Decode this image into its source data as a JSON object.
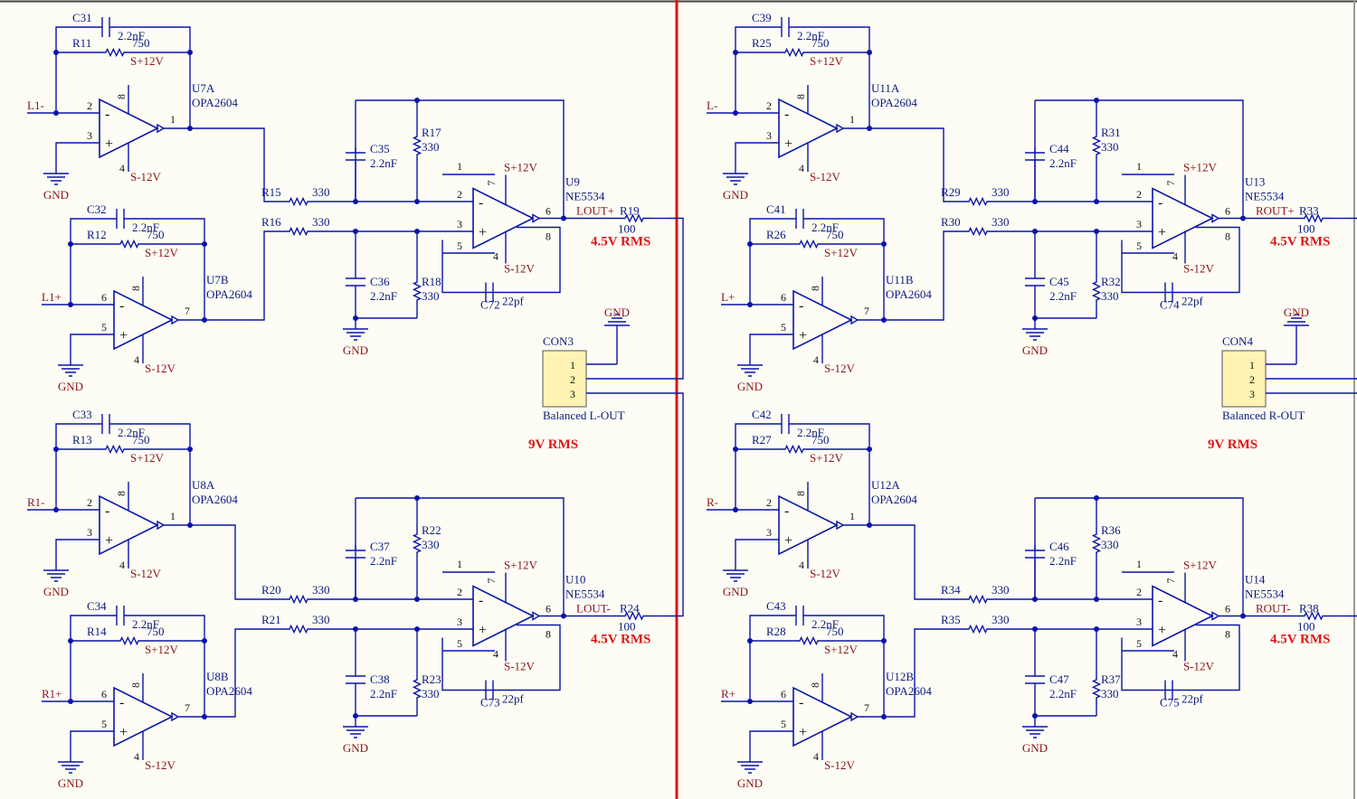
{
  "panels": [
    {
      "ch1": {
        "in_neg": "L1-",
        "in_pos": "L1+",
        "upper": {
          "cap": "C31",
          "cap_val": "2.2nF",
          "res": "R11",
          "res_val": "750",
          "ref": "U7A",
          "part": "OPA2604",
          "pin_inv": "2",
          "pin_ninv": "3",
          "pin_out": "1",
          "pin_vp": "8",
          "pin_vn": "4"
        },
        "lower": {
          "cap": "C32",
          "cap_val": "2.2nF",
          "res": "R12",
          "res_val": "750",
          "ref": "U7B",
          "part": "OPA2604",
          "pin_inv": "6",
          "pin_ninv": "5",
          "pin_out": "7",
          "pin_vp": "8",
          "pin_vn": "4"
        },
        "diff": {
          "ri1": "R15",
          "ri1_val": "330",
          "ri2": "R16",
          "ri2_val": "330",
          "cf": "C35",
          "cf_val": "2.2nF",
          "rf": "R17",
          "rf_val": "330",
          "cg": "C36",
          "cg_val": "2.2nF",
          "rg": "R18",
          "rg_val": "330",
          "ref": "U9",
          "part": "NE5534",
          "pin_inv": "2",
          "pin_ninv": "3",
          "pin_out": "6",
          "pin_1": "1",
          "pin_5": "5",
          "pin_8": "8",
          "pin_vp": "7",
          "pin_vn": "4",
          "comp": "C72",
          "comp_val": "22pf",
          "out_net": "LOUT+",
          "ro": "R19",
          "ro_val": "100",
          "rms": "4.5V RMS"
        }
      },
      "ch2": {
        "in_neg": "R1-",
        "in_pos": "R1+",
        "upper": {
          "cap": "C33",
          "cap_val": "2.2nF",
          "res": "R13",
          "res_val": "750",
          "ref": "U8A",
          "part": "OPA2604",
          "pin_inv": "2",
          "pin_ninv": "3",
          "pin_out": "1",
          "pin_vp": "8",
          "pin_vn": "4"
        },
        "lower": {
          "cap": "C34",
          "cap_val": "2.2nF",
          "res": "R14",
          "res_val": "750",
          "ref": "U8B",
          "part": "OPA2604",
          "pin_inv": "6",
          "pin_ninv": "5",
          "pin_out": "7",
          "pin_vp": "8",
          "pin_vn": "4"
        },
        "diff": {
          "ri1": "R20",
          "ri1_val": "330",
          "ri2": "R21",
          "ri2_val": "330",
          "cf": "C37",
          "cf_val": "2.2nF",
          "rf": "R22",
          "rf_val": "330",
          "cg": "C38",
          "cg_val": "2.2nF",
          "rg": "R23",
          "rg_val": "330",
          "ref": "U10",
          "part": "NE5534",
          "pin_inv": "2",
          "pin_ninv": "3",
          "pin_out": "6",
          "pin_1": "1",
          "pin_5": "5",
          "pin_8": "8",
          "pin_vp": "7",
          "pin_vn": "4",
          "comp": "C73",
          "comp_val": "22pf",
          "out_net": "LOUT-",
          "ro": "R24",
          "ro_val": "100",
          "rms": "4.5V RMS"
        }
      },
      "conn": {
        "ref": "CON3",
        "pins": [
          "1",
          "2",
          "3"
        ],
        "caption": "Balanced L-OUT",
        "gnd": "GND",
        "rms": "9V RMS"
      }
    },
    {
      "ch1": {
        "in_neg": "L-",
        "in_pos": "L+",
        "upper": {
          "cap": "C39",
          "cap_val": "2.2nF",
          "res": "R25",
          "res_val": "750",
          "ref": "U11A",
          "part": "OPA2604",
          "pin_inv": "2",
          "pin_ninv": "3",
          "pin_out": "1",
          "pin_vp": "8",
          "pin_vn": "4"
        },
        "lower": {
          "cap": "C41",
          "cap_val": "2.2nF",
          "res": "R26",
          "res_val": "750",
          "ref": "U11B",
          "part": "OPA2604",
          "pin_inv": "6",
          "pin_ninv": "5",
          "pin_out": "7",
          "pin_vp": "8",
          "pin_vn": "4"
        },
        "diff": {
          "ri1": "R29",
          "ri1_val": "330",
          "ri2": "R30",
          "ri2_val": "330",
          "cf": "C44",
          "cf_val": "2.2nF",
          "rf": "R31",
          "rf_val": "330",
          "cg": "C45",
          "cg_val": "2.2nF",
          "rg": "R32",
          "rg_val": "330",
          "ref": "U13",
          "part": "NE5534",
          "pin_inv": "2",
          "pin_ninv": "3",
          "pin_out": "6",
          "pin_1": "1",
          "pin_5": "5",
          "pin_8": "8",
          "pin_vp": "7",
          "pin_vn": "4",
          "comp": "C74",
          "comp_val": "22pf",
          "out_net": "ROUT+",
          "ro": "R33",
          "ro_val": "100",
          "rms": "4.5V RMS"
        }
      },
      "ch2": {
        "in_neg": "R-",
        "in_pos": "R+",
        "upper": {
          "cap": "C42",
          "cap_val": "2.2nF",
          "res": "R27",
          "res_val": "750",
          "ref": "U12A",
          "part": "OPA2604",
          "pin_inv": "2",
          "pin_ninv": "3",
          "pin_out": "1",
          "pin_vp": "8",
          "pin_vn": "4"
        },
        "lower": {
          "cap": "C43",
          "cap_val": "2.2nF",
          "res": "R28",
          "res_val": "750",
          "ref": "U12B",
          "part": "OPA2604",
          "pin_inv": "6",
          "pin_ninv": "5",
          "pin_out": "7",
          "pin_vp": "8",
          "pin_vn": "4"
        },
        "diff": {
          "ri1": "R34",
          "ri1_val": "330",
          "ri2": "R35",
          "ri2_val": "330",
          "cf": "C46",
          "cf_val": "2.2nF",
          "rf": "R36",
          "rf_val": "330",
          "cg": "C47",
          "cg_val": "2.2nF",
          "rg": "R37",
          "rg_val": "330",
          "ref": "U14",
          "part": "NE5534",
          "pin_inv": "2",
          "pin_ninv": "3",
          "pin_out": "6",
          "pin_1": "1",
          "pin_5": "5",
          "pin_8": "8",
          "pin_vp": "7",
          "pin_vn": "4",
          "comp": "C75",
          "comp_val": "22pf",
          "out_net": "ROUT-",
          "ro": "R38",
          "ro_val": "100",
          "rms": "4.5V RMS"
        }
      },
      "conn": {
        "ref": "CON4",
        "pins": [
          "1",
          "2",
          "3"
        ],
        "caption": "Balanced R-OUT",
        "gnd": "GND",
        "rms": "9V RMS"
      }
    }
  ],
  "labels": {
    "gnd": "GND",
    "vpos": "S+12V",
    "vneg": "S-12V",
    "minus": "-",
    "plus": "+"
  },
  "colors": {
    "wire": "#0a14a8",
    "divider": "#e01414",
    "rms": "#e01414",
    "net": "#8a1414",
    "connector": "#fff3b4",
    "background": "#fdfdf5"
  }
}
